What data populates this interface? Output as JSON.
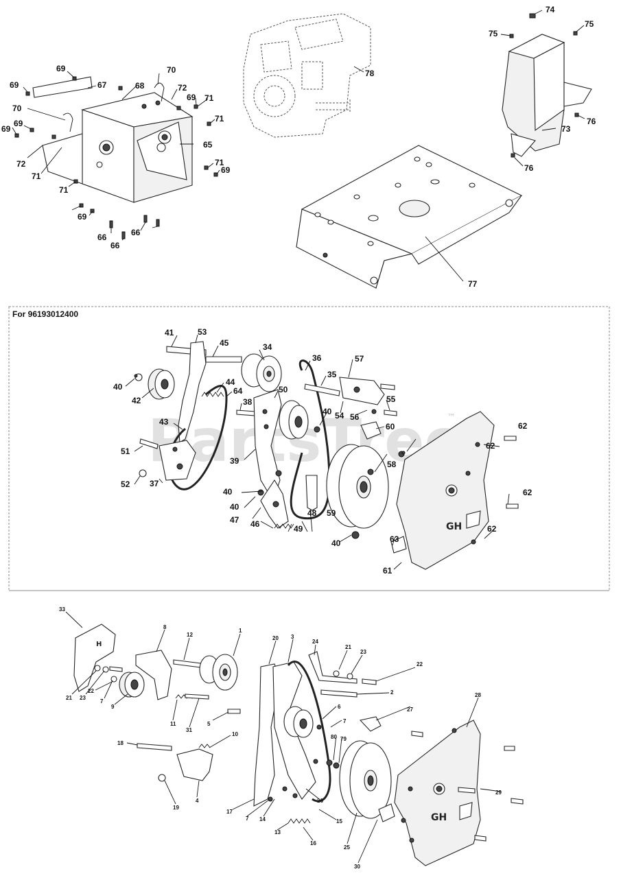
{
  "section_title": "For 96193012400",
  "watermark": {
    "text": "PartsTree",
    "trademark": "™"
  },
  "letters": {
    "h": "H",
    "gh": "GH"
  },
  "labels_top": [
    "69",
    "67",
    "69",
    "70",
    "72",
    "69",
    "71",
    "71",
    "70",
    "69",
    "69",
    "68",
    "65",
    "72",
    "71",
    "71",
    "71",
    "69",
    "69",
    "66",
    "66",
    "66",
    "78",
    "74",
    "75",
    "75",
    "73",
    "76",
    "76",
    "77"
  ],
  "labels_mid": [
    "41",
    "53",
    "45",
    "34",
    "36",
    "57",
    "35",
    "40",
    "42",
    "44",
    "64",
    "38",
    "50",
    "54",
    "56",
    "55",
    "43",
    "60",
    "40",
    "62",
    "51",
    "39",
    "62",
    "52",
    "37",
    "40",
    "58",
    "40",
    "47",
    "59",
    "62",
    "46",
    "49",
    "48",
    "40",
    "63",
    "62",
    "61"
  ],
  "labels_bottom": [
    "33",
    "8",
    "12",
    "1",
    "20",
    "3",
    "24",
    "21",
    "23",
    "22",
    "2",
    "21",
    "23",
    "22",
    "7",
    "9",
    "11",
    "31",
    "6",
    "27",
    "5",
    "7",
    "18",
    "10",
    "80",
    "79",
    "28",
    "29",
    "4",
    "19",
    "17",
    "7",
    "14",
    "26",
    "15",
    "13",
    "16",
    "25",
    "30"
  ]
}
